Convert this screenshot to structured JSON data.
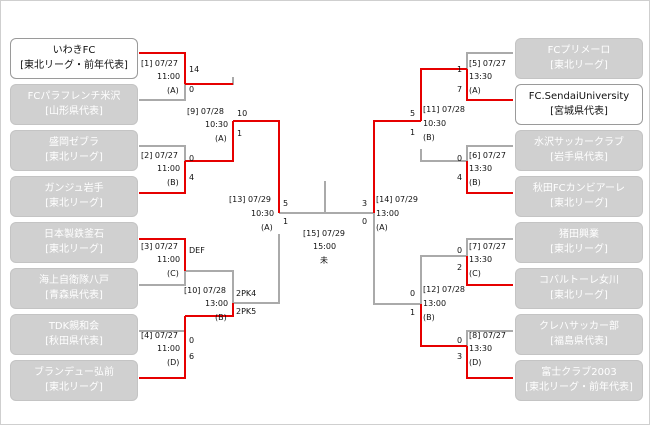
{
  "teams": [
    {
      "name": "いわきFC",
      "sub": "[東北リーグ・前年代表]"
    },
    {
      "name": "FCパラフレンチ米沢",
      "sub": "[山形県代表]"
    },
    {
      "name": "盛岡ゼブラ",
      "sub": "[東北リーグ]"
    },
    {
      "name": "ガンジュ岩手",
      "sub": "[東北リーグ]"
    },
    {
      "name": "日本製鉄釜石",
      "sub": "[東北リーグ]"
    },
    {
      "name": "海上自衛隊八戸",
      "sub": "[青森県代表]"
    },
    {
      "name": "TDK親和会",
      "sub": "[秋田県代表]"
    },
    {
      "name": "ブランデュー弘前",
      "sub": "[東北リーグ]"
    },
    {
      "name": "FCプリメーロ",
      "sub": "[東北リーグ]"
    },
    {
      "name": "FC.SendaiUniversity",
      "sub": "[宮城県代表]"
    },
    {
      "name": "水沢サッカークラブ",
      "sub": "[岩手県代表]"
    },
    {
      "name": "秋田FCカンビアーレ",
      "sub": "[東北リーグ]"
    },
    {
      "name": "猪田興業",
      "sub": "[東北リーグ]"
    },
    {
      "name": "コバルトーレ女川",
      "sub": "[東北リーグ]"
    },
    {
      "name": "クレハサッカー部",
      "sub": "[福島県代表]"
    },
    {
      "name": "富士クラブ2003",
      "sub": "[東北リーグ・前年代表]"
    }
  ],
  "matches": [
    {
      "l1": "[1] 07/27",
      "l2": "11:00",
      "l3": "(A)",
      "s1": "14",
      "s2": "0"
    },
    {
      "l1": "[2] 07/27",
      "l2": "11:00",
      "l3": "(B)",
      "s1": "0",
      "s2": "4"
    },
    {
      "l1": "[3] 07/27",
      "l2": "11:00",
      "l3": "(C)",
      "s1": "DEF",
      "s2": ""
    },
    {
      "l1": "[4] 07/27",
      "l2": "11:00",
      "l3": "(D)",
      "s1": "0",
      "s2": "6"
    },
    {
      "l1": "[5] 07/27",
      "l2": "13:30",
      "l3": "(A)",
      "s1": "1",
      "s2": "7"
    },
    {
      "l1": "[6] 07/27",
      "l2": "13:30",
      "l3": "(B)",
      "s1": "0",
      "s2": "4"
    },
    {
      "l1": "[7] 07/27",
      "l2": "13:30",
      "l3": "(C)",
      "s1": "0",
      "s2": "2"
    },
    {
      "l1": "[8] 07/27",
      "l2": "13:30",
      "l3": "(D)",
      "s1": "0",
      "s2": "3"
    },
    {
      "l1": "[9] 07/28",
      "l2": "10:30",
      "l3": "(A)",
      "s1": "10",
      "s2": "1"
    },
    {
      "l1": "[10] 07/28",
      "l2": "13:00",
      "l3": "(B)",
      "s1": "2PK4",
      "s2": "2PK5"
    },
    {
      "l1": "[11] 07/28",
      "l2": "10:30",
      "l3": "(B)",
      "s1": "5",
      "s2": "1"
    },
    {
      "l1": "[12] 07/28",
      "l2": "13:00",
      "l3": "(B)",
      "s1": "0",
      "s2": "1"
    },
    {
      "l1": "[13] 07/29",
      "l2": "10:30",
      "l3": "(A)",
      "s1": "5",
      "s2": "1"
    },
    {
      "l1": "[14] 07/29",
      "l2": "13:00",
      "l3": "(A)",
      "s1": "3",
      "s2": "0"
    }
  ],
  "final": {
    "l1": "[15] 07/29",
    "l2": "15:00",
    "l3": "未"
  }
}
